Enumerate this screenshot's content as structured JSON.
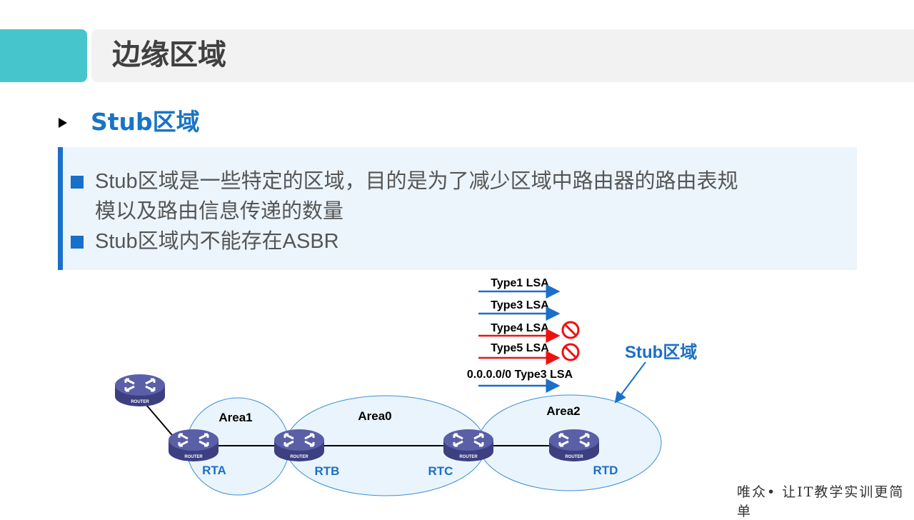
{
  "header": {
    "title": "边缘区域",
    "accent_color": "#46c6cc"
  },
  "section": {
    "title": "Stub区域"
  },
  "bullets": [
    {
      "line1": "Stub区域是一些特定的区域，目的是为了减少区域中路由器的路由表规",
      "line2": "模以及路由信息传递的数量"
    },
    {
      "line1": "Stub区域内不能存在ASBR"
    }
  ],
  "diagram": {
    "areas": [
      "Area1",
      "Area0",
      "Area2"
    ],
    "routers": [
      "RTA",
      "RTB",
      "RTC",
      "RTD"
    ],
    "router_icon_label": "ROUTER",
    "stub_label": "Stub区域",
    "lsas": [
      {
        "label": "Type1 LSA",
        "allowed": true
      },
      {
        "label": "Type3 LSA",
        "allowed": true
      },
      {
        "label": "Type4 LSA",
        "allowed": false
      },
      {
        "label": "Type5 LSA",
        "allowed": false
      },
      {
        "label": "0.0.0.0/0 Type3 LSA",
        "allowed": true
      }
    ],
    "colors": {
      "allowed": "#1a6fc9",
      "blocked": "#ee1111",
      "area_fill": "#eaf4fc",
      "router": "#4b4f96"
    }
  },
  "footer": {
    "slogan": "唯众• 让IT教学实训更简单"
  }
}
